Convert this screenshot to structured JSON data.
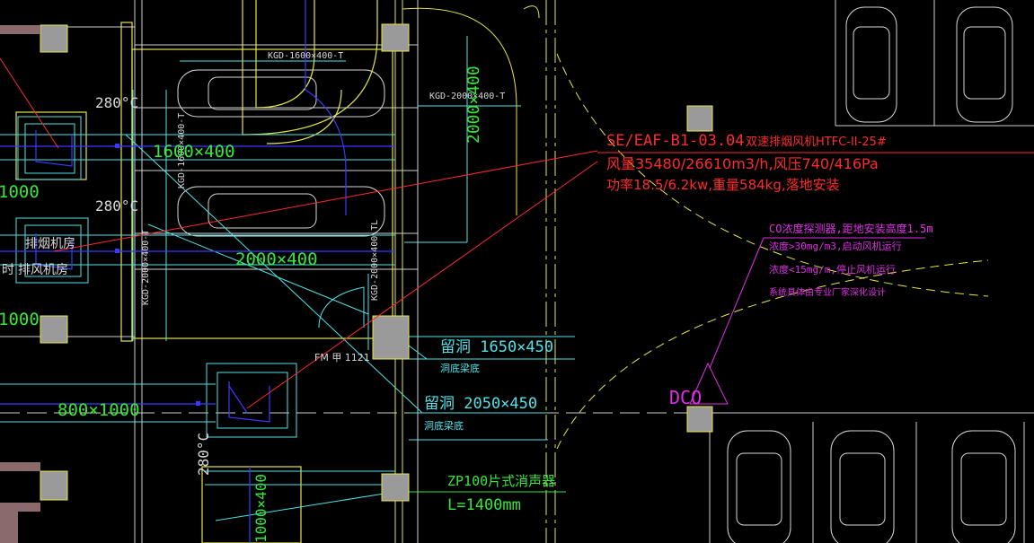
{
  "colors": {
    "background": "#000000",
    "red": "#ff2a2a",
    "green": "#36e83a",
    "cyan": "#4fe3e8",
    "yellow": "#e6e64a",
    "magenta": "#e02ee6",
    "white": "#d8d8d8",
    "blue": "#3a3aff",
    "gray_column": "#9a9a9a"
  },
  "duct_labels": {
    "kgd_1600": "KGD-1600×400-T",
    "kgd_2000_top": "KGD-2000×400-T",
    "kgd_1600_vert": "KGD-1600×400-T",
    "kgd_2000_vert_left": "KGD-2000×400-T",
    "kgd_2000_vert_right": "KGD-2000×400-TL",
    "duct_2000_vert": "2000×400",
    "duct_1600": "1600×400",
    "duct_2000": "2000×400",
    "duct_800": "800×1000",
    "duct_1000_a": "1000",
    "duct_1000_b": "1000",
    "duct_bottom_vert": "1000×400"
  },
  "temperature_labels": {
    "t1": "280°C",
    "t2": "280°C",
    "t3": "280°C"
  },
  "rooms": {
    "smoke_room": "排烟机房",
    "exhaust_room": "排风机房",
    "exhaust_room_prefix": "时"
  },
  "fan_spec": {
    "line1_code": "SE/EAF-B1-03.04",
    "line1_note": "双速排烟风机HTFC-II-25#",
    "line2": "风量35480/26610m3/h,风压740/416Pa",
    "line3": "功率18.5/6.2kw,重量584kg,落地安装"
  },
  "co_note": {
    "line1": "CO浓度探测器,距地安装高度1.5m",
    "line2": "浓度>30mg/m3,启动风机运行",
    "line3": "浓度<15mg/m,停止风机运行",
    "line4": "系统具体由专业厂家深化设计"
  },
  "openings": {
    "o1_label": "留洞 1650×450",
    "o1_note": "洞底梁底",
    "o2_label": "留洞 2050×450",
    "o2_note": "洞底梁底"
  },
  "muffler": {
    "line1": "ZP100片式消声器",
    "line2": "L=1400mm"
  },
  "door": "FM 甲 1121",
  "sensor_tag": "DCO"
}
